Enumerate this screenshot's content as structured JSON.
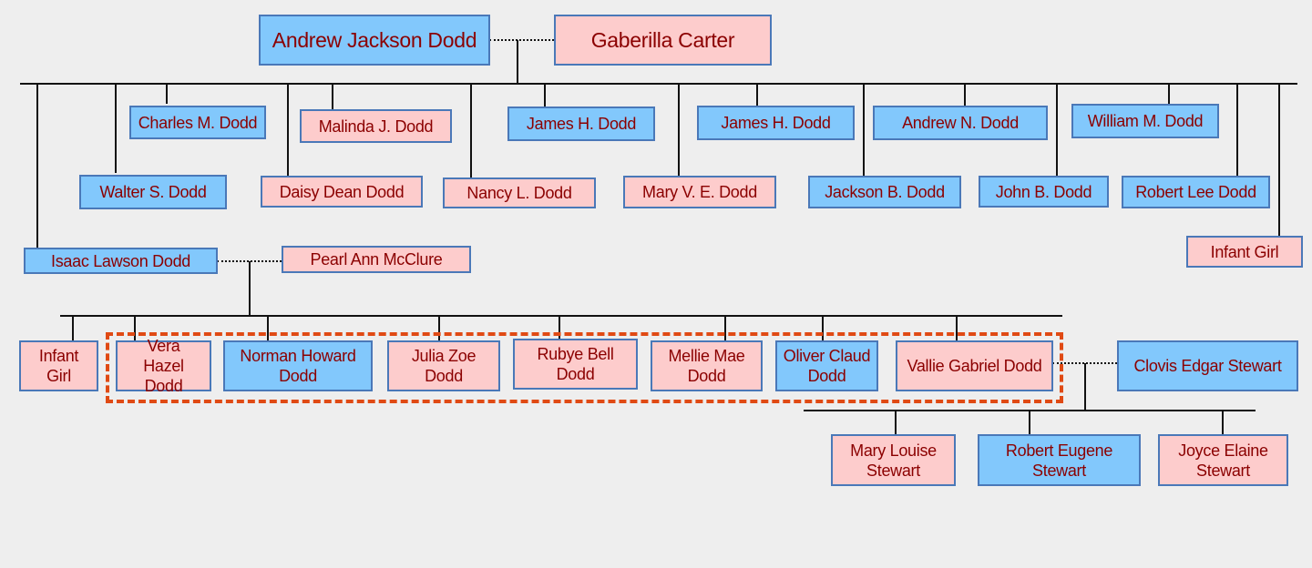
{
  "generation1": {
    "father": "Andrew Jackson Dodd",
    "mother": "Gaberilla Carter"
  },
  "generation1_children": [
    "Charles M. Dodd",
    "Malinda J. Dodd",
    "James H. Dodd",
    "James H. Dodd",
    "Andrew N. Dodd",
    "William M. Dodd",
    "Walter S. Dodd",
    "Daisy Dean Dodd",
    "Nancy L. Dodd",
    "Mary V. E. Dodd",
    "Jackson B. Dodd",
    "John B. Dodd",
    "Robert Lee Dodd",
    "Infant Girl",
    "Isaac Lawson Dodd"
  ],
  "generation2": {
    "spouse": "Pearl Ann McClure"
  },
  "generation2_children": [
    "Infant Girl",
    "Vera Hazel Dodd",
    "Norman Howard Dodd",
    "Julia Zoe Dodd",
    "Rubye Bell Dodd",
    "Mellie Mae Dodd",
    "Oliver Claud Dodd",
    "Vallie Gabriel Dodd"
  ],
  "generation3": {
    "spouse": "Clovis Edgar Stewart"
  },
  "generation3_children": [
    "Mary Louise Stewart",
    "Robert Eugene Stewart",
    "Joyce Elaine Stewart"
  ],
  "colors": {
    "male": "#82c8fc",
    "female": "#fdcccc",
    "text": "#8b0000",
    "highlight": "#e04a14"
  }
}
